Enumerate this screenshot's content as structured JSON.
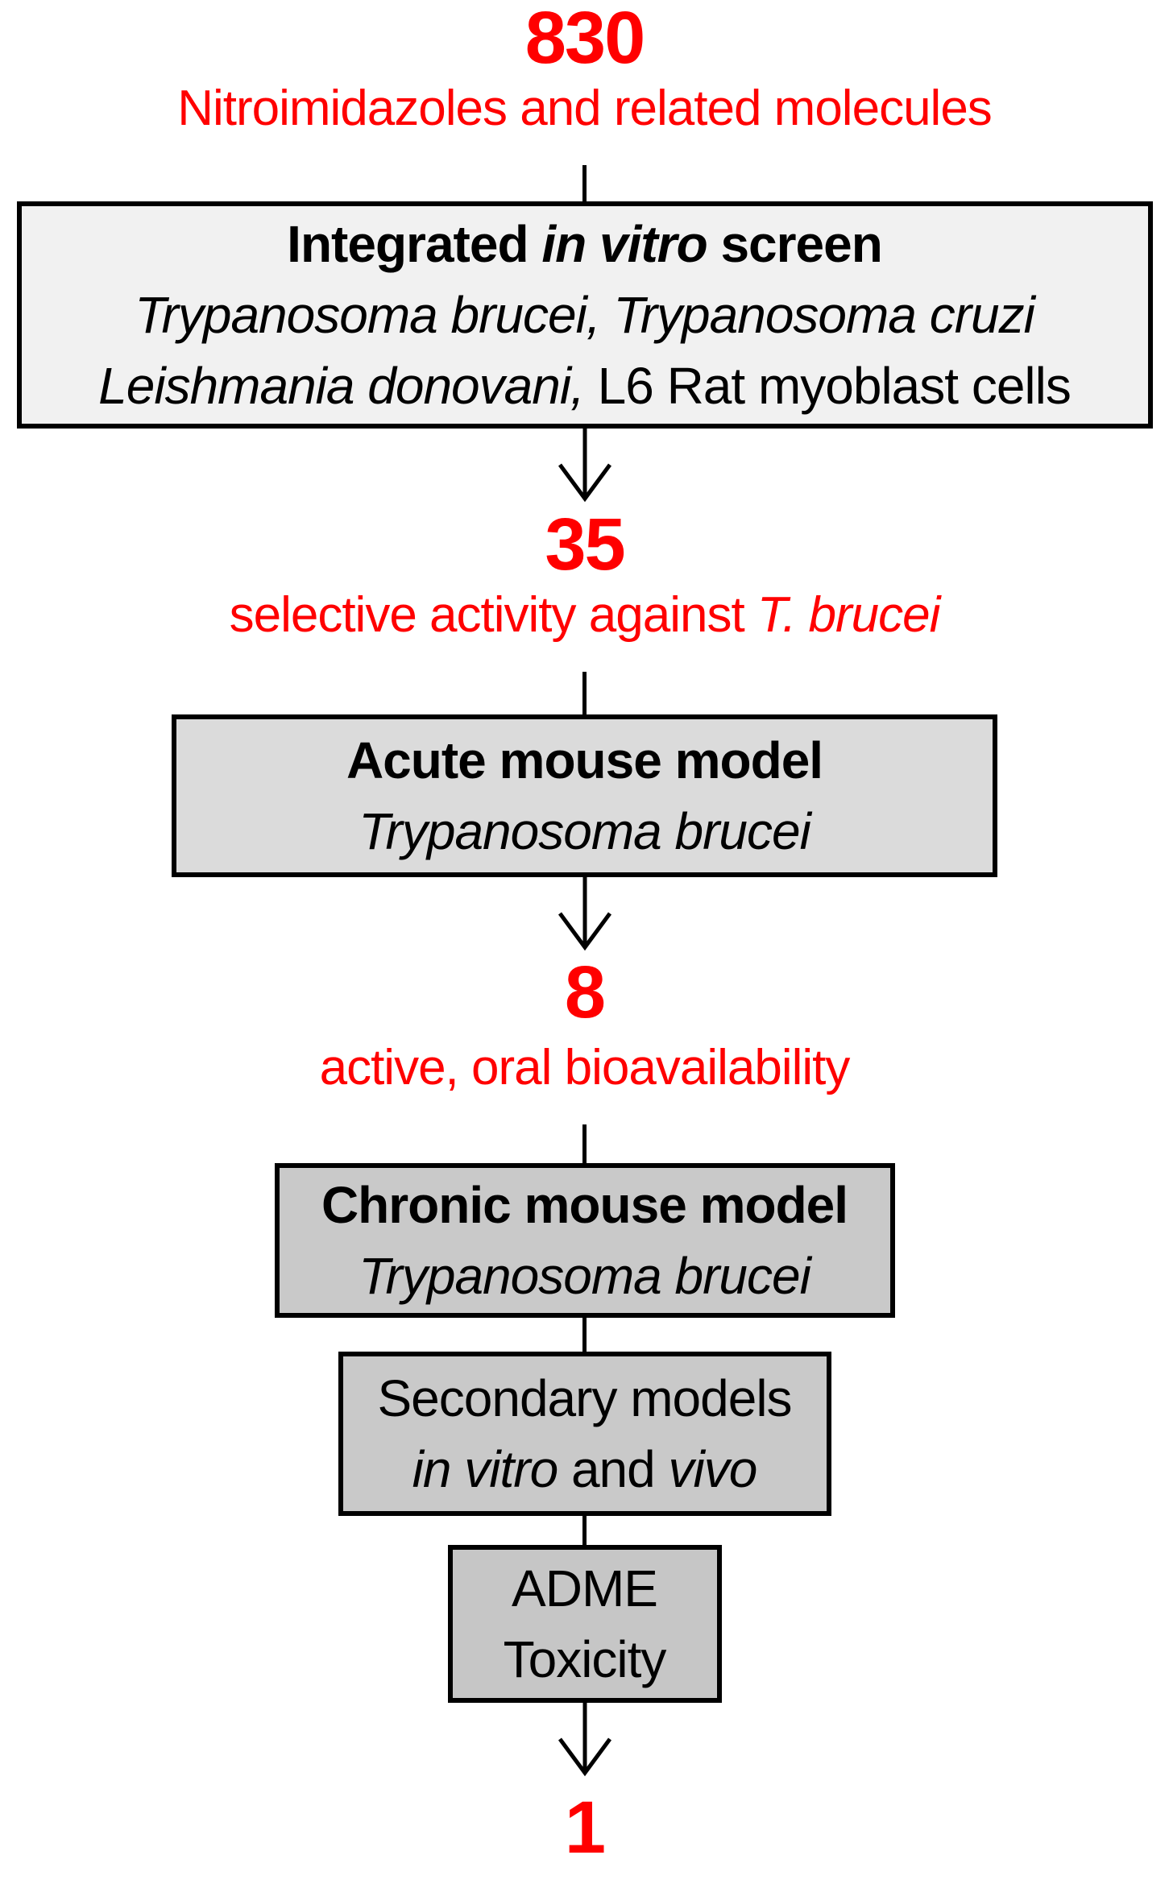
{
  "colors": {
    "accent_red": "#ff0000",
    "box_screen_fill": "#f1f1f1",
    "box_acute_fill": "#dbdbdb",
    "box_chronic_fill": "#c9c9c9",
    "box_secondary_fill": "#c9c9c9",
    "box_adme_fill": "#c6c6c6",
    "line_color": "#000000"
  },
  "flow": {
    "count_initial": "830",
    "label_initial": "Nitroimidazoles and related molecules",
    "box_screen": {
      "title_pre": "Integrated ",
      "title_italic": "in vitro",
      "title_post": " screen",
      "organisms_line1": "Trypanosoma brucei, Trypanosoma cruzi",
      "organisms_line2_italic": "Leishmania donovani,",
      "organisms_line2_regular": " L6 Rat myoblast cells"
    },
    "count_after_screen": "35",
    "label_after_screen_pre": "selective activity against ",
    "label_after_screen_italic": "T. brucei",
    "box_acute": {
      "title": "Acute mouse model",
      "organism": "Trypanosoma brucei"
    },
    "count_after_acute": "8",
    "label_after_acute": "active, oral bioavailability",
    "box_chronic": {
      "title": "Chronic mouse model",
      "organism": "Trypanosoma brucei"
    },
    "box_secondary": {
      "title": "Secondary models",
      "sub_italic1": "in vitro",
      "sub_mid": " and ",
      "sub_italic2": "vivo"
    },
    "box_adme": {
      "line1": "ADME",
      "line2": "Toxicity"
    },
    "count_final": "1"
  }
}
